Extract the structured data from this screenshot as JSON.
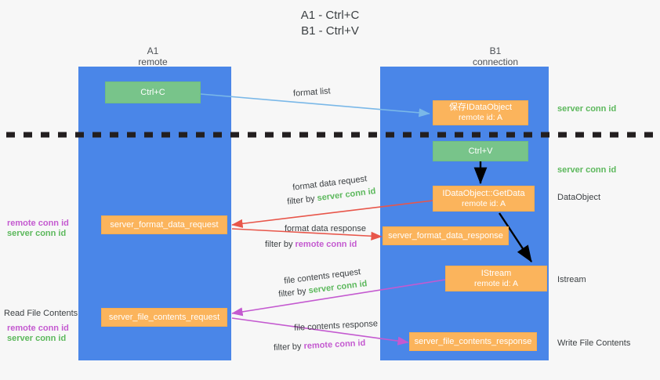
{
  "title": {
    "line1": "A1 - Ctrl+C",
    "line2": "B1 - Ctrl+V"
  },
  "lanes": [
    {
      "id": "a1",
      "name": "A1",
      "sub": "remote"
    },
    {
      "id": "b1",
      "name": "B1",
      "sub": "connection"
    }
  ],
  "nodes": {
    "ctrl_c": {
      "line1": "Ctrl+C",
      "line2": ""
    },
    "save_idataobject": {
      "line1": "保存IDataObject",
      "line2": "remote id: A"
    },
    "ctrl_v": {
      "line1": "Ctrl+V",
      "line2": ""
    },
    "idataobject_getdata": {
      "line1": "IDataObject::GetData",
      "line2": "remote id: A"
    },
    "server_format_data_request": {
      "line1": "server_format_data_request",
      "line2": ""
    },
    "server_format_data_response": {
      "line1": "server_format_data_response",
      "line2": ""
    },
    "istream": {
      "line1": "IStream",
      "line2": "remote id: A"
    },
    "server_file_contents_request": {
      "line1": "server_file_contents_request",
      "line2": ""
    },
    "server_file_contents_response": {
      "line1": "server_file_contents_response",
      "line2": ""
    }
  },
  "edge_labels": {
    "format_list": "format list",
    "format_data_request": "format data request",
    "format_data_request_filter_prefix": "filter by ",
    "format_data_request_filter_key": "server conn id",
    "format_data_response": "format data response",
    "format_data_response_filter_prefix": "filter by ",
    "format_data_response_filter_key": "remote conn id",
    "file_contents_request": "file contents request",
    "file_contents_request_filter_prefix": "filter by ",
    "file_contents_request_filter_key": "server conn id",
    "file_contents_response": "file contents response",
    "file_contents_response_filter_prefix": "filter by ",
    "file_contents_response_filter_key": "remote conn id"
  },
  "left_annotations": {
    "format_remote": "remote conn id",
    "format_server": "server conn id",
    "read_file_contents": "Read File Contents",
    "file_remote": "remote conn id",
    "file_server": "server conn id"
  },
  "right_annotations": {
    "server_conn_id_top": "server conn id",
    "server_conn_id_mid": "server conn id",
    "dataobject": "DataObject",
    "istream": "Istream",
    "write_file_contents": "Write File Contents"
  },
  "colors": {
    "lane": "#4a86e8",
    "green_node": "#78c48a",
    "orange_node": "#fbb45c",
    "server_conn_id": "#5cb85c",
    "remote_conn_id": "#c45ad0",
    "arrow_blue": "#7ab8e8",
    "arrow_red": "#e8564a",
    "arrow_magenta": "#c45ad0",
    "arrow_black": "#000000",
    "background": "#f7f7f7"
  }
}
